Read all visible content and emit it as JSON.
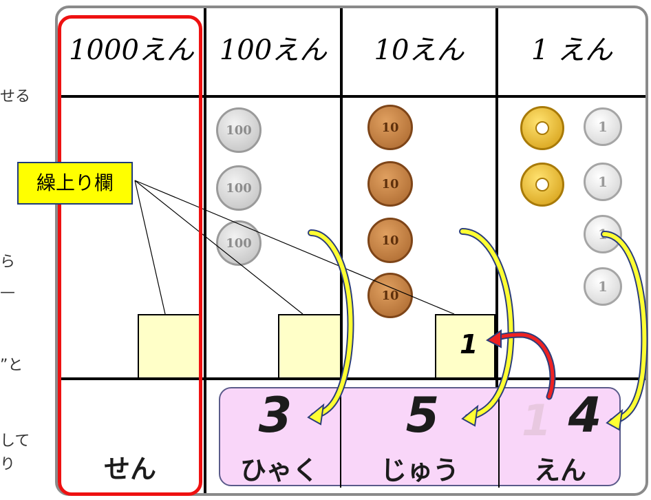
{
  "left_fragments": [
    "せる",
    "ら",
    "—",
    "”と",
    "して",
    "り"
  ],
  "columns": [
    {
      "header": "1000えん"
    },
    {
      "header": "100えん"
    },
    {
      "header": "10えん"
    },
    {
      "header": "1 えん"
    }
  ],
  "coins": {
    "hundred": "100",
    "ten": "10",
    "one": "1"
  },
  "carry_label": "繰上り欄",
  "carry_value": "1",
  "answer": {
    "hundreds_digit": "3",
    "hundreds_unit": "ひゃく",
    "tens_digit": "5",
    "tens_unit": "じゅう",
    "ones_ghost": "1",
    "ones_digit": "4",
    "ones_unit": "えん",
    "thousands_unit": "せん"
  },
  "colors": {
    "carry_box": "#ffffc8",
    "answer_panel": "#f9d6f9",
    "highlight_border": "#ee1111",
    "label_bg": "#ffff00",
    "arrow_yellow": "#ffff33",
    "arrow_red": "#ee2222"
  }
}
